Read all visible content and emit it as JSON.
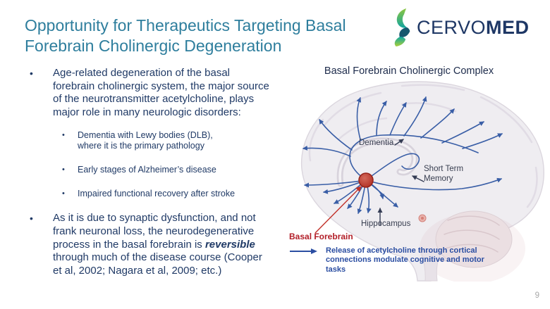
{
  "slide": {
    "title": "Opportunity for Therapeutics Targeting Basal Forebrain Cholinergic Degeneration",
    "page_number": "9"
  },
  "logo": {
    "brand_primary": "CERVO",
    "brand_secondary": "MED"
  },
  "bullets": {
    "marker": "•",
    "b1": "Age-related degeneration of the basal forebrain cholinergic system, the major source of the neurotransmitter acetylcholine, plays major role in many neurologic disorders:",
    "sub1": "Dementia with Lewy bodies (DLB), where it is the primary pathology",
    "sub2": "Early stages of Alzheimer’s disease",
    "sub3": "Impaired functional recovery after stroke",
    "b2_pre": "As it is due to synaptic dysfunction, and not frank neuronal loss, the neurodegenerative process in the basal forebrain is ",
    "b2_emph": "reversible",
    "b2_post": " through much of the disease course (Cooper et al, 2002; Nagara et al, 2009; etc.)"
  },
  "diagram": {
    "heading": "Basal Forebrain Cholinergic Complex",
    "labels": {
      "dementia": "Dementia",
      "short_term_memory": "Short Term Memory",
      "hippocampus": "Hippocampus",
      "basal_forebrain": "Basal Forebrain"
    },
    "legend": "Release of acetylcholine through cortical connections modulate cognitive and motor tasks"
  },
  "colors": {
    "title_teal": "#2E7E9D",
    "body_navy": "#203A66",
    "logo_navy": "#1E3765",
    "arrow_blue": "#2A52A0",
    "legend_blue": "#2B4EA2",
    "basal_red": "#B21E28",
    "dot_red": "#B8332A",
    "page_gray": "#A8A8A8"
  }
}
